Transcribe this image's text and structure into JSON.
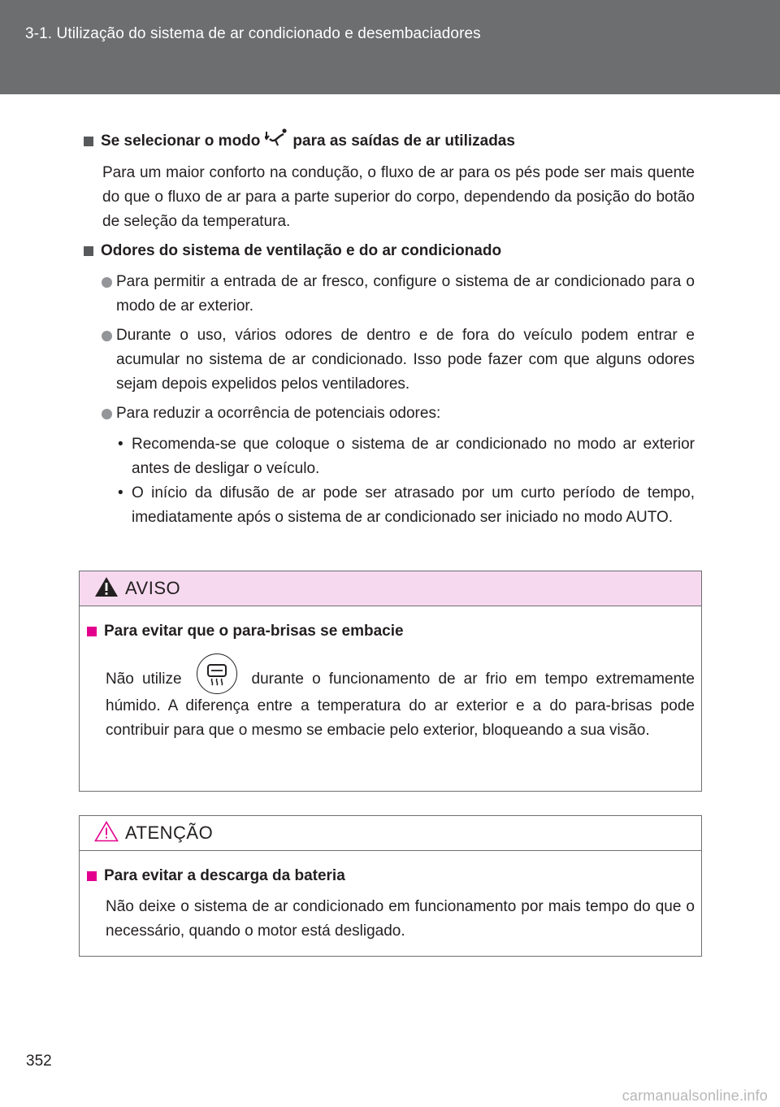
{
  "header": {
    "title": "3-1. Utilização do sistema de ar condicionado e desembaciadores"
  },
  "section1": {
    "heading_before": "Se selecionar o modo",
    "heading_icon": "feet-airflow-mode-icon",
    "heading_after": "para as saídas de ar utilizadas",
    "body": "Para um maior conforto na condução, o fluxo de ar para os pés pode ser mais quente do que o fluxo de ar para a parte superior do corpo, dependendo da posição do botão de seleção da temperatura."
  },
  "section2": {
    "heading": "Odores do sistema de ventilação e do ar condicionado",
    "bullets": [
      "Para permitir a entrada de ar fresco, configure o sistema de ar condicionado para o modo de ar exterior.",
      "Durante o uso, vários odores de dentro e de fora do veículo podem entrar e acumular no sistema de ar condicionado. Isso pode fazer com que alguns odores sejam depois expelidos pelos ventiladores.",
      "Para reduzir a ocorrência de potenciais odores:"
    ],
    "sub_bullets": [
      "Recomenda-se que coloque o sistema de ar condicionado no modo ar exterior antes de desligar o veículo.",
      "O início da difusão de ar pode ser atrasado por um curto período de tempo, imediatamente após o sistema de ar condicionado ser iniciado no modo AUTO."
    ]
  },
  "warning": {
    "title": "AVISO",
    "heading": "Para evitar que o para-brisas se embacie",
    "text_before": "Não utilize",
    "button_icon": "rear-window-defogger-icon",
    "text_after": "durante o funcionamento de ar frio em tempo extremamente húmido. A diferença entre a temperatura do ar exterior e a do para-brisas pode contribuir para que o mesmo se embacie pelo exterior, bloqueando a sua visão."
  },
  "caution": {
    "title": "ATENÇÃO",
    "heading": "Para evitar a descarga da bateria",
    "body": "Não deixe o sistema de ar condicionado em funcionamento por mais tempo do que o necessário, quando o motor está desligado."
  },
  "page_number": "352",
  "watermark": "carmanualsonline.info"
}
